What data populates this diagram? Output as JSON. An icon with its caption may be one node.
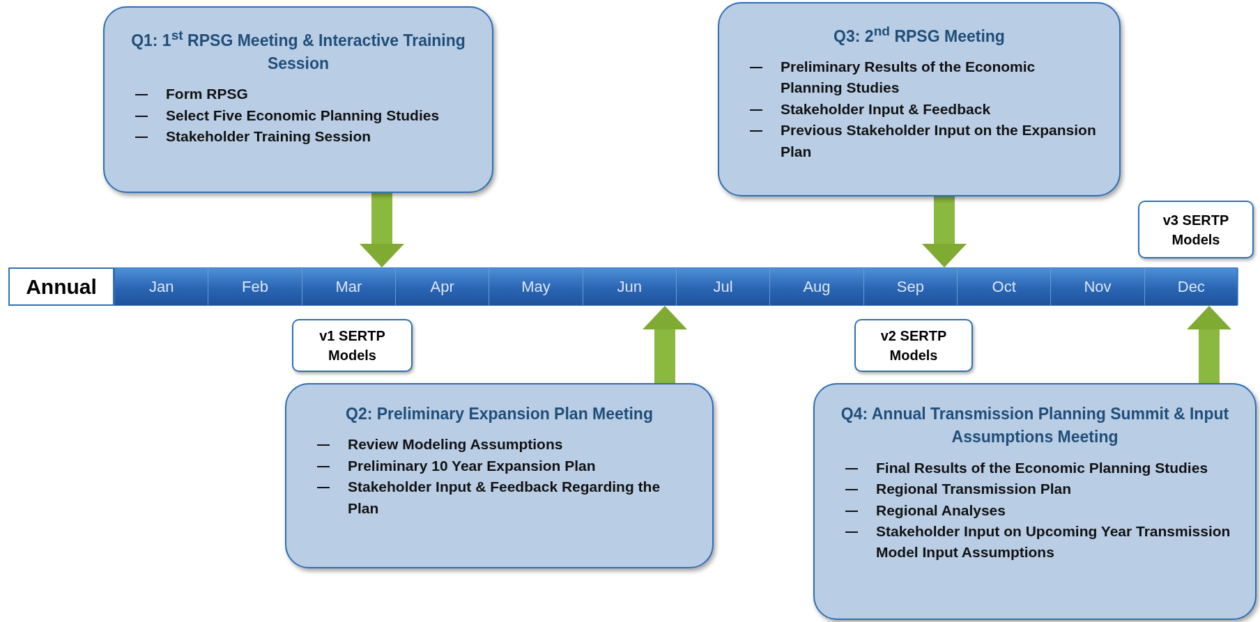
{
  "diagram": {
    "nodes": [
      {
        "text": [
          "Q1: 1$^{st}$ RPSG Meeting & Interactive Training Session",
          "Form RPSG",
          "Select Five Economic Planning Studies",
          "Stakeholder Training Session"
        ]
      },
      {
        "text": [
          "Q3: 2$^{nd}$ RPSG Meeting",
          "Preliminary Results of the Economic Planning Studies",
          "Stakeholder Input & Feedback",
          "Previous Stakeholder Input on the Expansion Plan"
        ]
      },
      {
        "text": [
          "v3 SERTP Models"
        ]
      },
      {
        "text": [
          "Annual"
        ]
      },
      {
        "text": [],
        "shape": "bar"
      },
      {
        "text": [
          "Jan"
        ],
        "in": 4
      },
      {
        "text": [
          "Feb"
        ],
        "in": 4
      },
      {
        "text": [
          "Mar"
        ],
        "in": 4
      },
      {
        "text": [
          "Apr"
        ],
        "in": 4
      },
      {
        "text": [
          "May"
        ],
        "in": 4
      },
      {
        "text": [
          "Jun"
        ],
        "in": 4
      },
      {
        "text": [
          "Jul"
        ],
        "in": 4
      },
      {
        "text": [
          "Aug"
        ],
        "in": 4
      },
      {
        "text": [
          "Sep"
        ],
        "in": 4
      },
      {
        "text": [
          "Oct"
        ],
        "in": 4
      },
      {
        "text": [
          "Nov"
        ],
        "in": 4
      },
      {
        "text": [
          "Dec"
        ],
        "in": 4
      },
      {
        "text": [
          "v1 SERTP Models"
        ]
      },
      {
        "text": [
          "v2 SERTP Models"
        ]
      },
      {
        "text": [
          "Q2: Preliminary Expansion Plan Meeting",
          "Review Modeling Assumptions",
          "Preliminary 10 Year Expansion Plan",
          "Stakeholder Input & Feedback Regarding the Plan"
        ]
      },
      {
        "text": [
          "Q4: Annual Transmission Planning Summit & Input Assumptions Meeting",
          "Final Results of the Economic Planning Studies",
          "Regional Transmission Plan",
          "Regional Analyses",
          "Stakeholder Input on Upcoming Year Transmission Model Input Assumptions"
        ]
      }
    ],
    "edges": [
      {
        "from": 0,
        "to": 4,
        "arrow": "to"
      },
      {
        "from": 1,
        "to": 4,
        "arrow": "to"
      },
      {
        "from": 19,
        "to": 4,
        "arrow": "to"
      },
      {
        "from": 20,
        "to": 4,
        "arrow": "to"
      }
    ]
  }
}
